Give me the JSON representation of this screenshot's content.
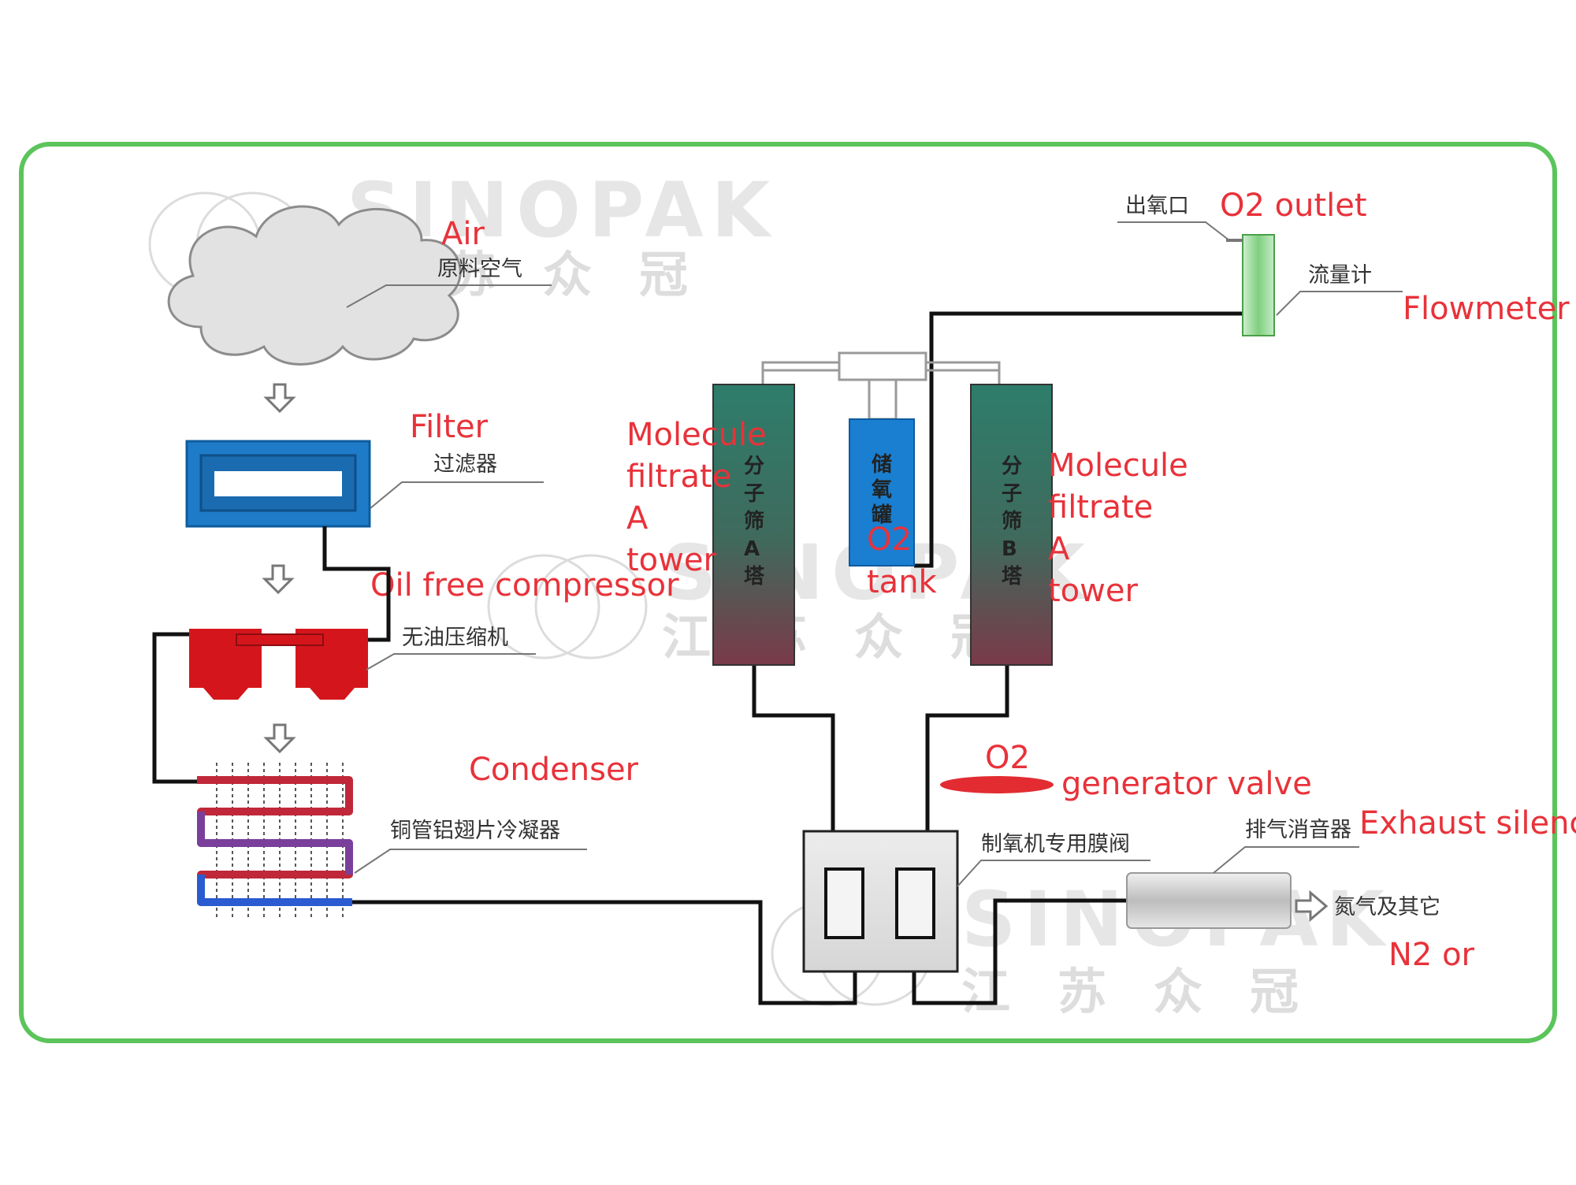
{
  "labels": {
    "air_en": "Air",
    "air_cn": "原料空气",
    "filter_en": "Filter",
    "filter_cn": "过滤器",
    "compressor_en": "Oil free compressor",
    "compressor_cn": "无油压缩机",
    "condenser_en": "Condenser",
    "condenser_cn": "铜管铝翅片冷凝器",
    "tower_a_en": [
      "Molecule",
      "filtrate",
      "A",
      "tower"
    ],
    "tower_a_cn": [
      "分",
      "子",
      "筛",
      "A",
      "塔"
    ],
    "tank_cn": [
      "储",
      "氧",
      "罐"
    ],
    "tank_en": [
      "O2",
      "tank"
    ],
    "tower_b_en": [
      "Molecule",
      "filtrate",
      "A",
      "tower"
    ],
    "tower_b_cn": [
      "分",
      "子",
      "筛",
      "B",
      "塔"
    ],
    "outlet_cn": "出氧口",
    "outlet_en": "O2 outlet",
    "flowmeter_cn": "流量计",
    "flowmeter_en": "Flowmeter",
    "valve_en_1": "O2",
    "valve_en_2": "generator valve",
    "valve_cn": "制氧机专用膜阀",
    "silencer_cn": "排气消音器",
    "silencer_en": "Exhaust silence",
    "n2_cn": "氮气及其它",
    "n2_en": "N2 or"
  },
  "watermark": {
    "brand": "SINOPAK",
    "brand_cn": "江苏众冠"
  },
  "colors": {
    "frame": "#5bc45b",
    "label_red": "#e8323a",
    "filter_blue": "#1e7bc8",
    "compressor_red": "#d4161c",
    "tower_top": "#2e7d6b",
    "tower_bottom": "#7a3a4a",
    "tank_blue": "#1a7fd1"
  }
}
